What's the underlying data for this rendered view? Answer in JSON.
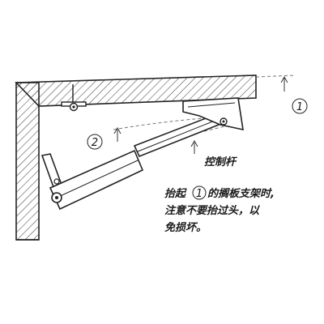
{
  "labels": {
    "marker_1": "1",
    "marker_2": "2",
    "control_rod": "控制杆"
  },
  "note": {
    "line1_before": "抬起",
    "line1_marker": "1",
    "line1_after": "的搁板支架时,",
    "line2": "注意不要抬过头，以",
    "line3": "免损坏。"
  }
}
